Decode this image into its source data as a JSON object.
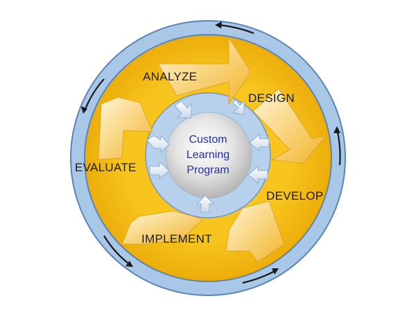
{
  "center": {
    "lines": [
      "Custom",
      "Learning",
      "Program"
    ]
  },
  "stages": [
    {
      "key": "analyze",
      "label": "ANALYZE"
    },
    {
      "key": "design",
      "label": "DESIGN"
    },
    {
      "key": "develop",
      "label": "DEVELOP"
    },
    {
      "key": "implement",
      "label": "IMPLEMENT"
    },
    {
      "key": "evaluate",
      "label": "EVALUATE"
    }
  ],
  "colors": {
    "outer_ring": "#a9c7e6",
    "ring_stroke": "#5b84b5",
    "gold": "#f0b30a",
    "inner_ring": "#b7d1ec",
    "center": "#d9d9d9",
    "center_text": "#1f2fb0",
    "cycle_arrows": "#1a1a1a"
  },
  "icons": [
    "outer-cycle-arrow-icon",
    "inward-arrow-icon",
    "stage-arrow-icon"
  ]
}
